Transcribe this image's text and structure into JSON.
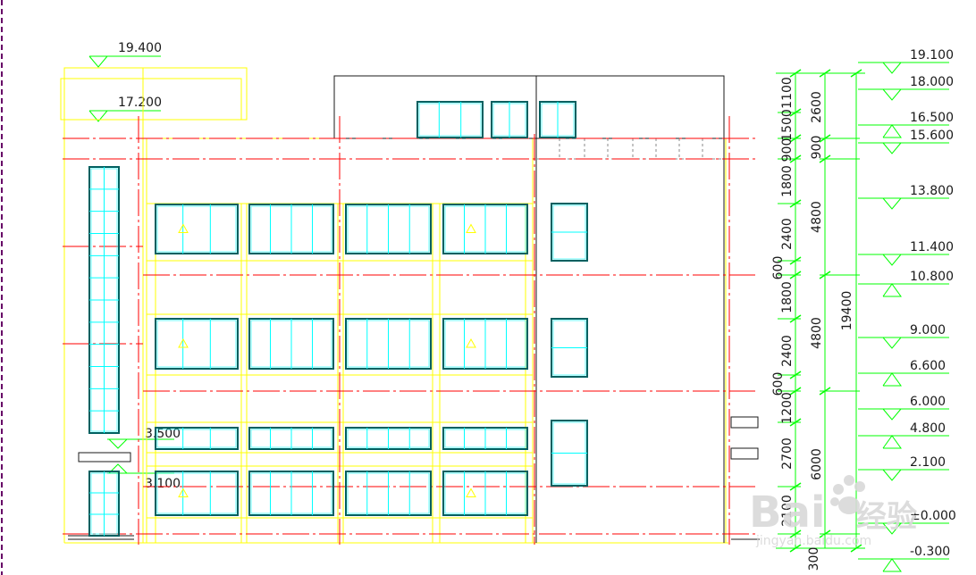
{
  "elevation_labels": {
    "left_top": "19.400",
    "left_second": "17.200",
    "left_third": "3.500",
    "left_fourth": "3.100"
  },
  "right_elevations": [
    "19.100",
    "18.000",
    "16.500",
    "15.600",
    "13.800",
    "11.400",
    "10.800",
    "9.000",
    "6.600",
    "6.000",
    "4.800",
    "2.100",
    "±0.000",
    "-0.300"
  ],
  "dim_chain_outer": [
    "1100",
    "1500",
    "900",
    "1800",
    "2400",
    "600",
    "1800",
    "2400",
    "600",
    "1200",
    "2700",
    "2100",
    "300"
  ],
  "dim_chain_middle": [
    "2600",
    "900",
    "4800",
    "4800",
    "6000"
  ],
  "dim_total": "19400",
  "watermark": {
    "brand": "Bai",
    "brand2": "经验",
    "url": "jingyan.baidu.com"
  },
  "colors": {
    "background": "#ffffff",
    "yellow": "#ffff00",
    "red": "#ff0000",
    "cyan": "#00ffff",
    "green": "#00ff00",
    "dark": "#1a1a1a",
    "teal": "#006060",
    "border": "#660066"
  }
}
